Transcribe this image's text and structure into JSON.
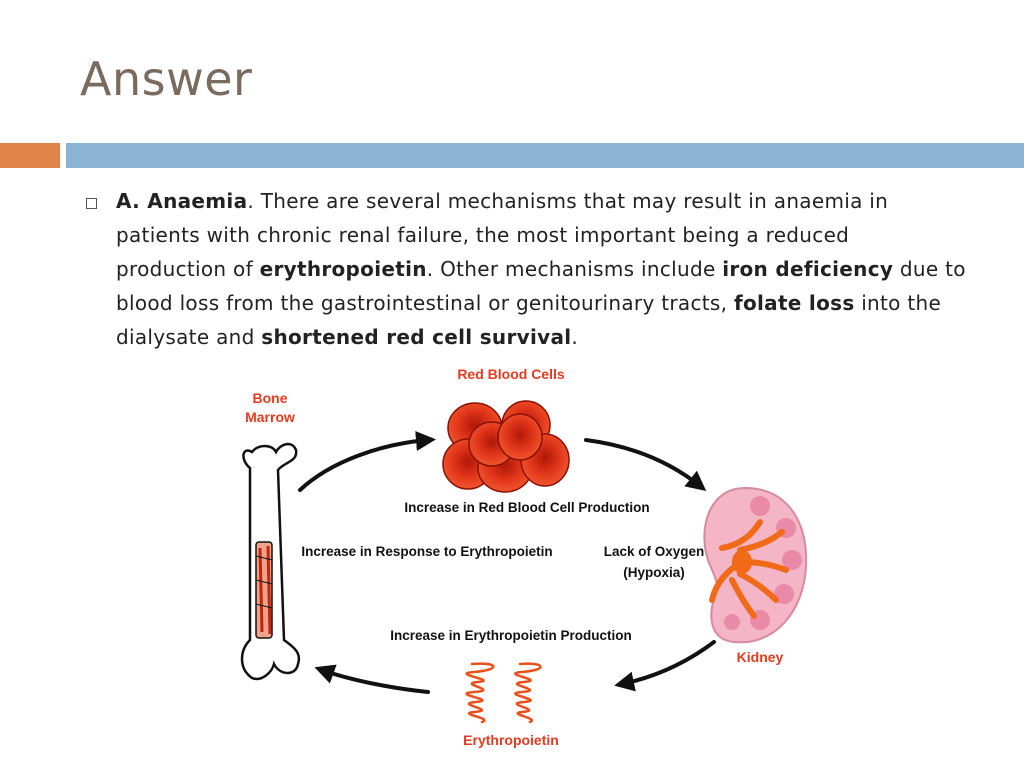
{
  "slide": {
    "title": "Answer"
  },
  "colors": {
    "title": "#7b6a5e",
    "accent_orange": "#e0854a",
    "accent_blue": "#8db3d4",
    "red_label": "#e23b1f"
  },
  "bullet": {
    "t1": "A. Anaemia",
    "t2": ".  There are several mechanisms that may result in anaemia in patients with chronic renal failure, the most important being a reduced production of ",
    "t3": "erythropoietin",
    "t4": ".  Other mechanisms include ",
    "t5": "iron deficiency",
    "t6": " due to blood loss from the gastrointestinal or genitourinary tracts, ",
    "t7": "folate loss",
    "t8": " into the dialysate and ",
    "t9": "shortened red cell survival",
    "t10": "."
  },
  "diagram": {
    "bone_marrow_line1": "Bone",
    "bone_marrow_line2": "Marrow",
    "red_blood_cells": "Red Blood Cells",
    "kidney": "Kidney",
    "erythropoietin": "Erythropoietin",
    "increase_rbc_production": "Increase in Red Blood Cell Production",
    "increase_response": "Increase in Response to Erythropoietin",
    "lack_of_oxygen": "Lack of Oxygen",
    "hypoxia": "(Hypoxia)",
    "increase_epo_production": "Increase in Erythropoietin Production",
    "icons": [
      "bone-icon",
      "red-blood-cells-icon",
      "kidney-icon",
      "erythropoietin-molecule-icon",
      "cycle-arrow-icon"
    ]
  }
}
